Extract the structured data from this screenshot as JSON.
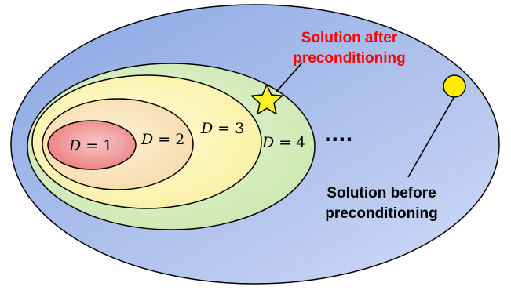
{
  "colors": {
    "outer_fill_light": "#c4d3f5",
    "outer_fill_dark": "#8aa6e2",
    "outer_stroke": "#000000",
    "d4_fill": "#d8eec4",
    "d3_fill": "#fbf6b6",
    "d2_fill": "#fbe3bd",
    "d1_fill": "#ef8a8a",
    "star_fill": "#fff22a",
    "circle_fill": "#ffea00",
    "after_text": "#ff0000",
    "before_text": "#000000"
  },
  "regions": {
    "d1": {
      "var": "D",
      "eq": " = 1"
    },
    "d2": {
      "var": "D",
      "eq": " = 2"
    },
    "d3": {
      "var": "D",
      "eq": " = 3"
    },
    "d4": {
      "var": "D",
      "eq": " = 4"
    }
  },
  "ellipsis": "····",
  "solution_after": {
    "line1": "Solution after",
    "line2": "preconditioning",
    "marker": "star-icon"
  },
  "solution_before": {
    "line1": "Solution before",
    "line2": "preconditioning",
    "marker": "circle-icon"
  }
}
